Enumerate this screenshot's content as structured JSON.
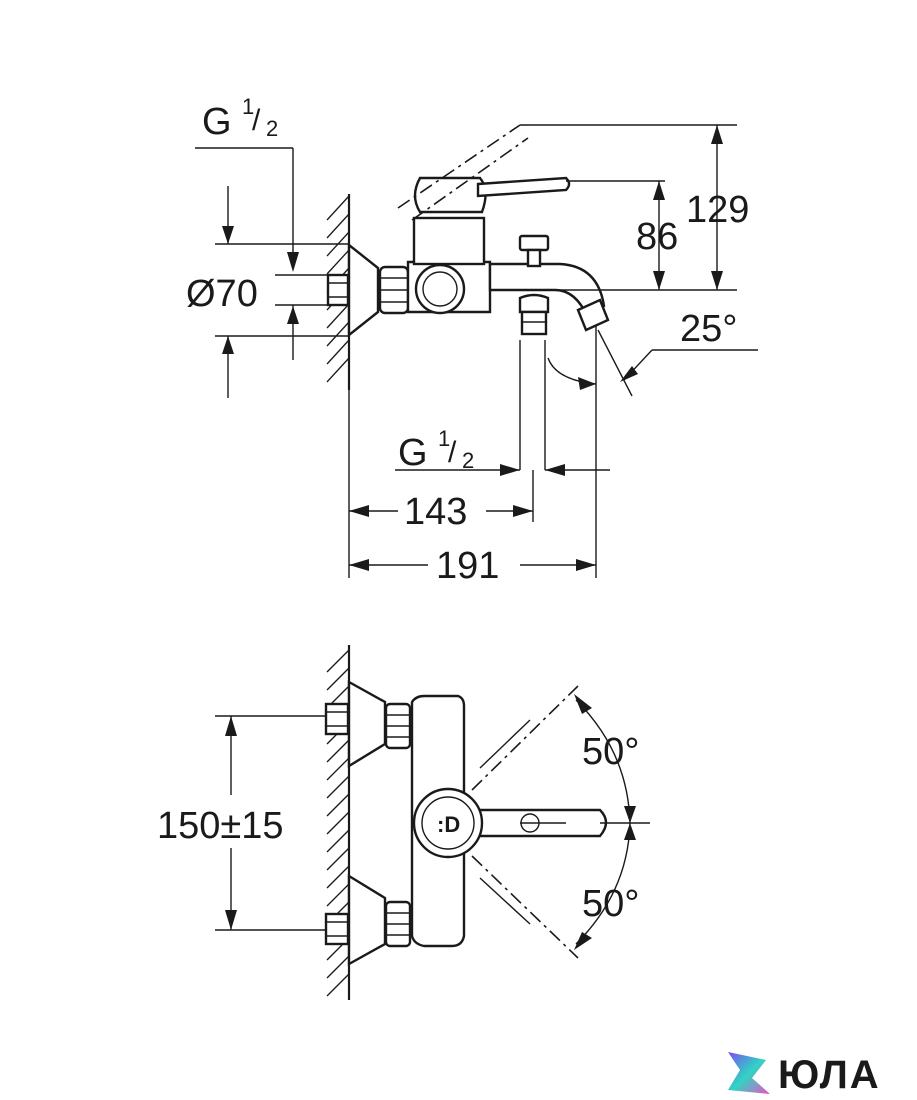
{
  "side_view": {
    "thread_top": {
      "base": "G",
      "sup": "1",
      "sub": "2"
    },
    "diameter": "Ø70",
    "height_86": "86",
    "height_129": "129",
    "angle_spout": "25°",
    "thread_bottom": {
      "base": "G",
      "sup": "1",
      "sub": "2"
    },
    "depth_143": "143",
    "depth_191": "191"
  },
  "top_view": {
    "spacing": "150±15",
    "angle_top": "50°",
    "angle_bottom": "50°"
  },
  "logo": {
    "text": "ЮЛА",
    "colors": [
      "#7b4cf5",
      "#2fd4c4",
      "#f04ec8"
    ]
  }
}
